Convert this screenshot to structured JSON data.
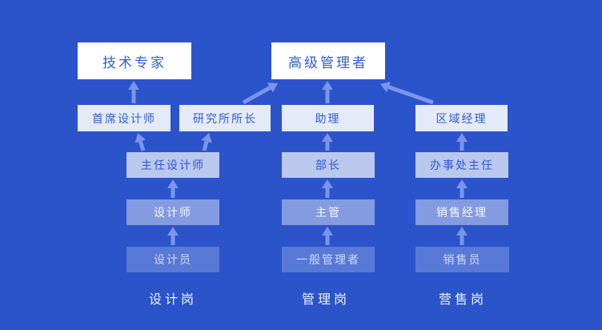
{
  "nodes": {
    "tech_expert": "技术专家",
    "senior_manager": "高级管理者",
    "chief_designer": "首席设计师",
    "institute_director": "研究所所长",
    "assistant": "助理",
    "regional_manager": "区域经理",
    "director_designer": "主任设计师",
    "minister": "部长",
    "office_director": "办事处主任",
    "designer": "设计师",
    "supervisor": "主管",
    "sales_manager": "销售经理",
    "junior_designer": "设计员",
    "general_manager": "一般管理者",
    "salesperson": "销售员"
  },
  "columns": [
    {
      "label": "设计岗"
    },
    {
      "label": "管理岗"
    },
    {
      "label": "营售岗"
    }
  ],
  "edges": [
    {
      "from": "junior_designer",
      "to": "designer"
    },
    {
      "from": "designer",
      "to": "director_designer"
    },
    {
      "from": "director_designer",
      "to": "chief_designer"
    },
    {
      "from": "director_designer",
      "to": "institute_director"
    },
    {
      "from": "chief_designer",
      "to": "tech_expert"
    },
    {
      "from": "institute_director",
      "to": "senior_manager"
    },
    {
      "from": "general_manager",
      "to": "supervisor"
    },
    {
      "from": "supervisor",
      "to": "minister"
    },
    {
      "from": "minister",
      "to": "assistant"
    },
    {
      "from": "assistant",
      "to": "senior_manager"
    },
    {
      "from": "salesperson",
      "to": "sales_manager"
    },
    {
      "from": "sales_manager",
      "to": "office_director"
    },
    {
      "from": "office_director",
      "to": "regional_manager"
    },
    {
      "from": "regional_manager",
      "to": "senior_manager"
    }
  ],
  "colors": {
    "background": "#2b54cb",
    "arrow": "#7d94eb",
    "top_box_text": "#2e5ed3"
  }
}
